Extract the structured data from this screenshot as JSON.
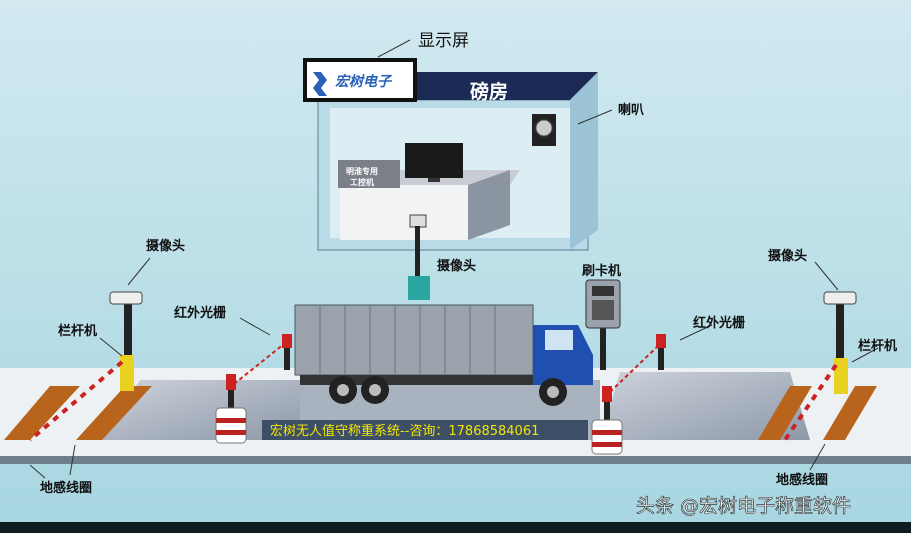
{
  "labels": {
    "display_screen": "显示屏",
    "weigh_house": "磅房",
    "speaker": "喇叭",
    "pc_label_line1": "明淮专用",
    "pc_label_line2": "工控机",
    "camera_left": "摄像头",
    "camera_center": "摄像头",
    "camera_right": "摄像头",
    "card_reader": "刷卡机",
    "infrared_left": "红外光栅",
    "infrared_right": "红外光栅",
    "barrier_left": "栏杆机",
    "barrier_right": "栏杆机",
    "loop_left": "地感线圈",
    "loop_right": "地感线圈"
  },
  "logo": {
    "text": "宏树电子"
  },
  "banner": {
    "text": "宏树无人值守称重系统--咨询：17868584061"
  },
  "watermark": {
    "text": "头条 @宏树电子称重软件"
  },
  "colors": {
    "roof": "#1c2a56",
    "banner_text": "#f3e600",
    "truck_cab": "#1f4fb0",
    "ground_loop": "#b8641c"
  }
}
